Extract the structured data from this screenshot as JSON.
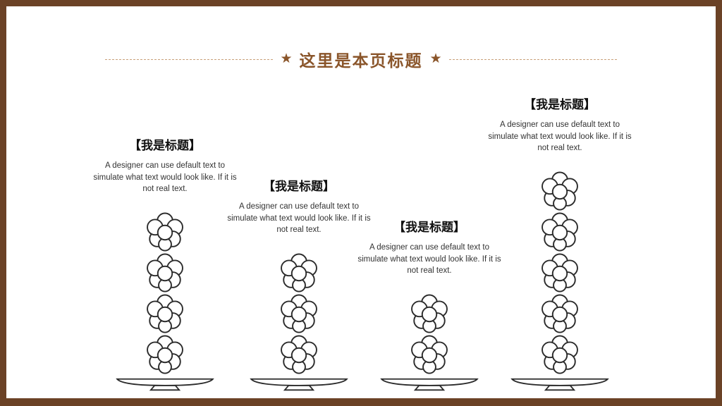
{
  "header": {
    "title": "这里是本页标题",
    "star_icon": "★",
    "accent_color": "#8a552a",
    "frame_color": "#6b4226"
  },
  "columns": [
    {
      "heading": "【我是标题】",
      "body": "A designer can use default text to simulate what text would look like. If it is not real text.",
      "flowers": 4
    },
    {
      "heading": "【我是标题】",
      "body": "A designer can use default text to simulate what text would look like. If it is not real text.",
      "flowers": 3
    },
    {
      "heading": "【我是标题】",
      "body": "A designer can use default text to simulate what text would look like. If it is not real text.",
      "flowers": 2
    },
    {
      "heading": "【我是标题】",
      "body": "A designer can use default text to simulate what text would look like. If it is not real text.",
      "flowers": 5
    }
  ],
  "chart_data": {
    "type": "bar",
    "subtype": "pictograph-flower-stacks",
    "title": "这里是本页标题",
    "categories": [
      "【我是标题】",
      "【我是标题】",
      "【我是标题】",
      "【我是标题】"
    ],
    "values": [
      4,
      3,
      2,
      5
    ],
    "unit": "flowers",
    "ylim": [
      0,
      5
    ],
    "legend": "none",
    "grid": false
  }
}
